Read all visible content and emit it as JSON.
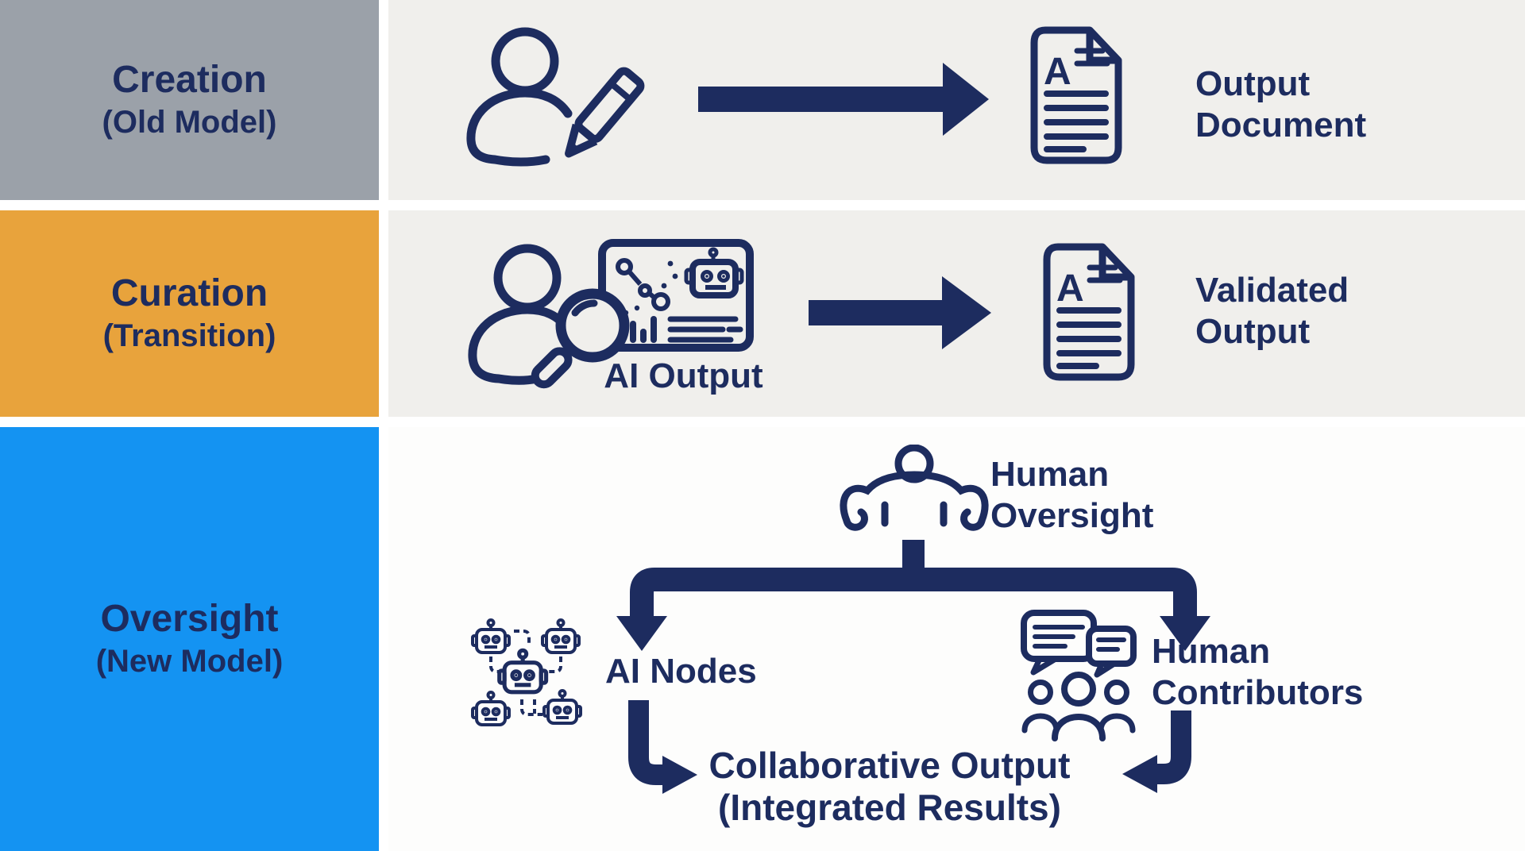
{
  "colors": {
    "navy": "#1D2C5F",
    "gray": "#9BA1A9",
    "orange": "#E8A33C",
    "blue": "#1493F2",
    "rowbg": "#F0EFEC",
    "row3bg": "#FDFDFC",
    "gap": "#FFFFFF"
  },
  "rows": {
    "creation": {
      "title": "Creation",
      "subtitle": "(Old Model)",
      "icon": "person-writing-icon",
      "result_line1": "Output",
      "result_line2": "Document"
    },
    "curation": {
      "title": "Curation",
      "subtitle": "(Transition)",
      "icon": "person-magnifier-ai-dashboard-icon",
      "icon_caption": "AI Output",
      "result_line1": "Validated",
      "result_line2": "Output"
    },
    "oversight": {
      "title": "Oversight",
      "subtitle": "(New Model)",
      "top_node_line1": "Human",
      "top_node_line2": "Oversight",
      "left_node_label": "AI Nodes",
      "right_node_line1": "Human",
      "right_node_line2": "Contributors",
      "bottom_line1": "Collaborative Output",
      "bottom_line2": "(Integrated Results)"
    }
  }
}
